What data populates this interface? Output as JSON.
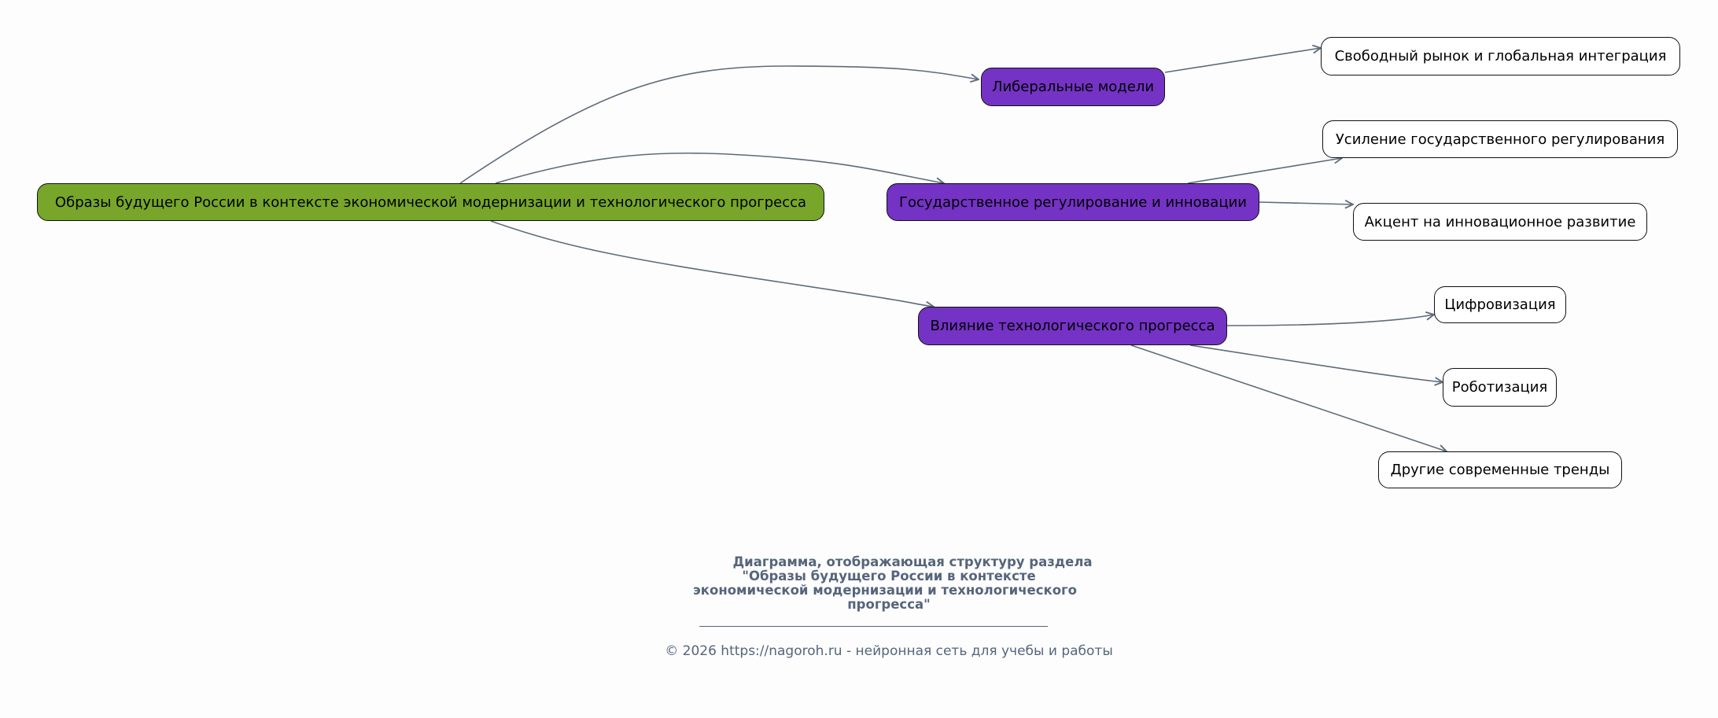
{
  "root": "Образы будущего России в контексте экономической модернизации и технологического прогресса",
  "branches": [
    {
      "label": "Либеральные модели",
      "children": [
        "Свободный рынок и глобальная интеграция"
      ]
    },
    {
      "label": "Государственное регулирование и инновации",
      "children": [
        "Усиление государственного регулирования",
        "Акцент на инновационное развитие"
      ]
    },
    {
      "label": "Влияние технологического прогресса",
      "children": [
        "Цифровизация",
        "Роботизация",
        "Другие современные тренды"
      ]
    }
  ],
  "caption": {
    "lines": [
      "Диаграмма, отображающая структуру раздела",
      "\"Образы будущего России в контексте",
      "экономической модернизации и технологического",
      "прогресса\""
    ],
    "footer": "© 2026 https://nagoroh.ru - нейронная сеть для учебы и работы"
  },
  "colors": {
    "root": "#77a62a",
    "branch": "#7433c4",
    "leaf": "#ffffff",
    "edge": "#5d6b7a"
  }
}
